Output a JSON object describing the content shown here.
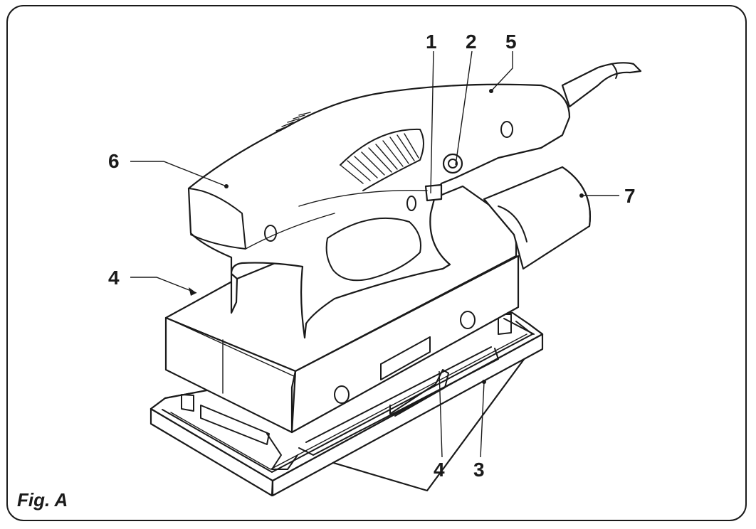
{
  "figure": {
    "caption": "Fig. A",
    "callouts": [
      {
        "id": "callout-1",
        "text": "1"
      },
      {
        "id": "callout-2",
        "text": "2"
      },
      {
        "id": "callout-5",
        "text": "5"
      },
      {
        "id": "callout-6",
        "text": "6"
      },
      {
        "id": "callout-7",
        "text": "7"
      },
      {
        "id": "callout-4-left",
        "text": "4"
      },
      {
        "id": "callout-4-bottom",
        "text": "4"
      },
      {
        "id": "callout-3",
        "text": "3"
      }
    ]
  }
}
